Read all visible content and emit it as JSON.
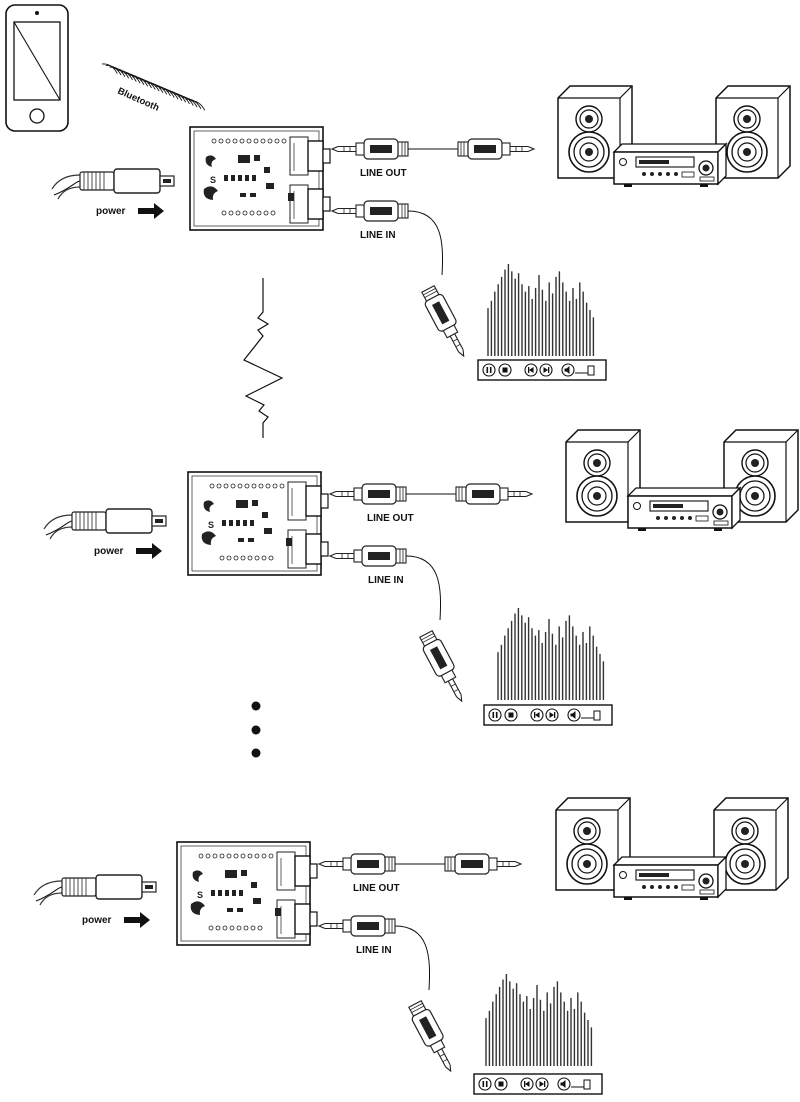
{
  "phone": {
    "label": "Bluetooth"
  },
  "chains": [
    {
      "power_label": "power",
      "line_out_label": "LINE OUT",
      "line_in_label": "LINE IN"
    },
    {
      "power_label": "power",
      "line_out_label": "LINE OUT",
      "line_in_label": "LINE IN"
    },
    {
      "power_label": "power",
      "line_out_label": "LINE OUT",
      "line_in_label": "LINE IN"
    }
  ],
  "icons": {
    "phone": "smartphone-icon",
    "bluetooth": "bluetooth-waves-icon",
    "board": "bluetooth-audio-board-icon",
    "usb": "micro-usb-cable-icon",
    "plug": "audio-jack-plug-icon",
    "speaker": "speaker-icon",
    "amplifier": "amplifier-receiver-icon",
    "equalizer": "audio-equalizer-icon",
    "player": "media-player-controls-icon",
    "wire": "audio-cable-icon",
    "ellipsis": "ellipsis-dots-icon"
  }
}
